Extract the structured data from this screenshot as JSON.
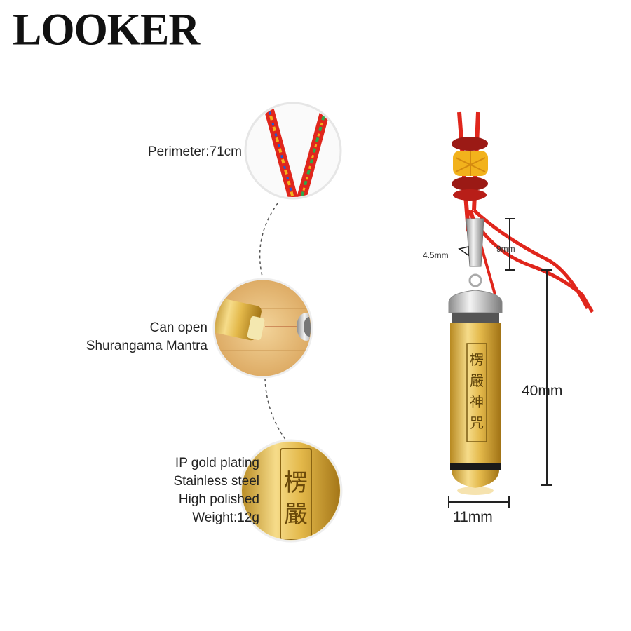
{
  "brand": {
    "logo_text": "LOOKER"
  },
  "callouts": {
    "perimeter": "Perimeter:71cm",
    "open_line1": "Can open",
    "open_line2": "Shurangama Mantra",
    "material_line1": "IP gold plating",
    "material_line2": "Stainless steel",
    "material_line3": "High polished",
    "material_line4": "Weight:12g"
  },
  "dimensions": {
    "bail_width": "4.5mm",
    "bail_height": "9mm",
    "body_length": "40mm",
    "body_diameter": "11mm"
  },
  "colors": {
    "gold": "#e3b84a",
    "gold_dark": "#b88a22",
    "silver": "#c9c9c9",
    "cord_red": "#e0261c",
    "knot_yellow": "#f2b21c"
  }
}
